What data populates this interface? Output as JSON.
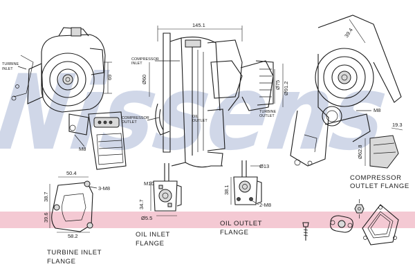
{
  "watermark": "Nissens",
  "colors": {
    "band": "#f4c9d3",
    "watermark": "#aab8d6",
    "line": "#1a1a1a"
  },
  "labels": {
    "turbine_inlet_top": [
      "TURBINE",
      "INLET"
    ],
    "compressor_inlet": [
      "COMPRESSOR",
      "INLET"
    ],
    "compressor_outlet_small": [
      "COMPRESSOR",
      "OUTLET"
    ],
    "turbine_outlet": [
      "TURBINE",
      "OUTLET"
    ],
    "oil_outlet_small": [
      "OIL",
      "OUTLET"
    ],
    "turbine_inlet_flange": [
      "TURBINE  INLET",
      "FLANGE"
    ],
    "oil_inlet_flange": [
      "OIL  INLET",
      "FLANGE"
    ],
    "oil_outlet_flange": [
      "OIL  OUTLET",
      "FLANGE"
    ],
    "compressor_outlet_flange": [
      "COMPRESSOR",
      "OUTLET  FLANGE"
    ]
  },
  "dimensions": {
    "d69": "69",
    "d145_1": "145.1",
    "d60": "Ø60",
    "d75": "Ø75",
    "d91_2": "Ø91.2",
    "d39_4": "39.4",
    "m8_a": "M8",
    "m8_b": "M8",
    "d62_8": "Ø62.8",
    "d19_3": "19.3",
    "d50_4": "50.4",
    "d38_7": "38.7",
    "d39_6": "39.6",
    "d58_2": "58.2",
    "thread_3m8": "3-M8",
    "m10": "M10",
    "d34_7": "34.7",
    "d5_5": "Ø5.5",
    "d13": "Ø13",
    "d38_1": "38.1",
    "thread_2m8": "2-M8"
  }
}
